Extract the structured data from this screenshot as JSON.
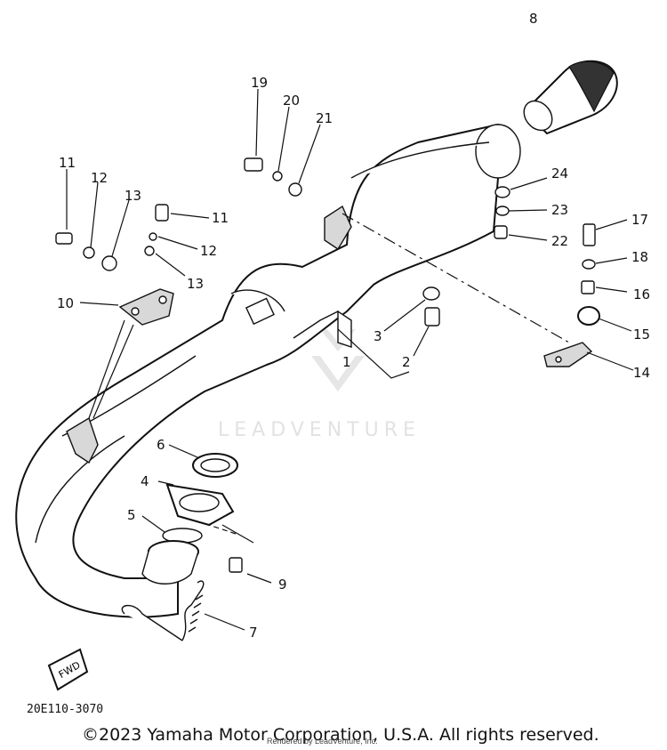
{
  "diagram": {
    "callouts": [
      "1",
      "2",
      "3",
      "4",
      "5",
      "6",
      "7",
      "8",
      "9",
      "10",
      "11",
      "11",
      "12",
      "12",
      "13",
      "13",
      "14",
      "15",
      "16",
      "17",
      "18",
      "19",
      "20",
      "21",
      "22",
      "23",
      "24"
    ],
    "fwd_label": "FWD",
    "watermark": "LEADVENTURE",
    "figure_code": "20E110-3070",
    "copyright": "©2023 Yamaha Motor Corporation, U.S.A. All rights reserved.",
    "rendered_by": "Rendered by LeadVenture, Inc."
  }
}
